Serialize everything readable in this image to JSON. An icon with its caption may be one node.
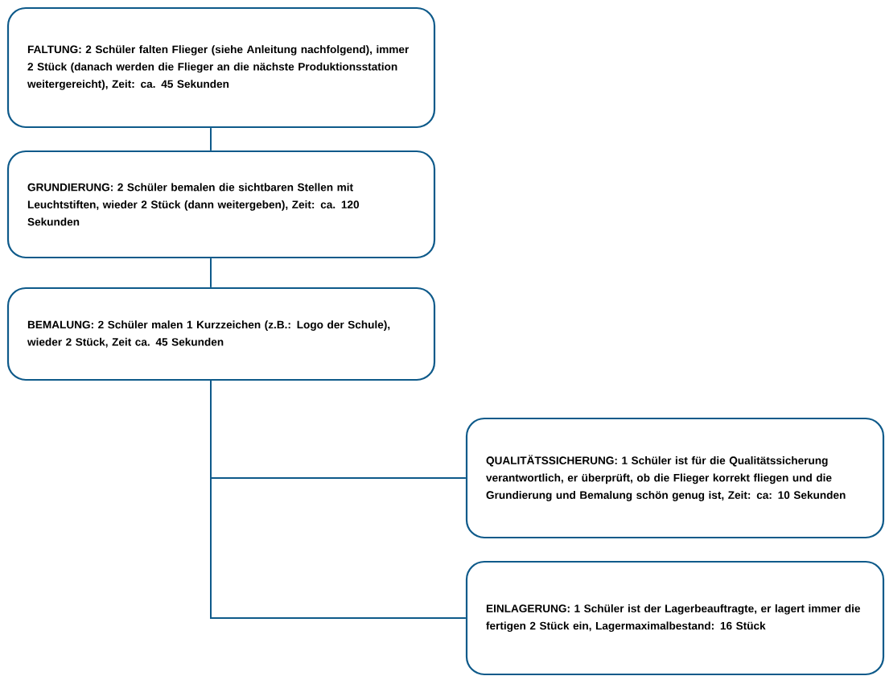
{
  "diagram": {
    "nodes": [
      {
        "text": [
          "FALTUNG: 2 Schüler falten Flieger (siehe Anleitung nachfolgend), immer 2 Stück (danach werden die Flieger an die nächste Produktionsstation weitergereicht), Zeit: ca. 45 Sekunden"
        ]
      },
      {
        "text": [
          "GRUNDIERUNG: 2 Schüler bemalen die sichtbaren Stellen mit Leuchtstiften, wieder 2 Stück (dann weitergeben), Zeit: ca. 120 Sekunden"
        ]
      },
      {
        "text": [
          "BEMALUNG: 2 Schüler malen 1 Kurzzeichen (z.B.: Logo der Schule), wieder 2 Stück, Zeit ca. 45 Sekunden"
        ]
      },
      {
        "text": [
          "QUALITÄTSSICHERUNG: 1 Schüler ist für die Qualitätssicherung verantwortlich, er überprüft, ob die Flieger korrekt fliegen und die Grundierung und Bemalung schön genug ist, Zeit: ca: 10 Sekunden"
        ]
      },
      {
        "text": [
          "EINLAGERUNG: 1 Schüler ist der Lagerbeauftragte, er lagert immer die fertigen 2 Stück ein, Lagermaximalbestand: 16 Stück"
        ]
      }
    ],
    "edges": [
      {
        "from": 0,
        "to": 1,
        "arrow": "none"
      },
      {
        "from": 1,
        "to": 2,
        "arrow": "none"
      },
      {
        "from": 2,
        "to": 3,
        "arrow": "none"
      },
      {
        "from": 2,
        "to": 4,
        "arrow": "none"
      }
    ]
  }
}
